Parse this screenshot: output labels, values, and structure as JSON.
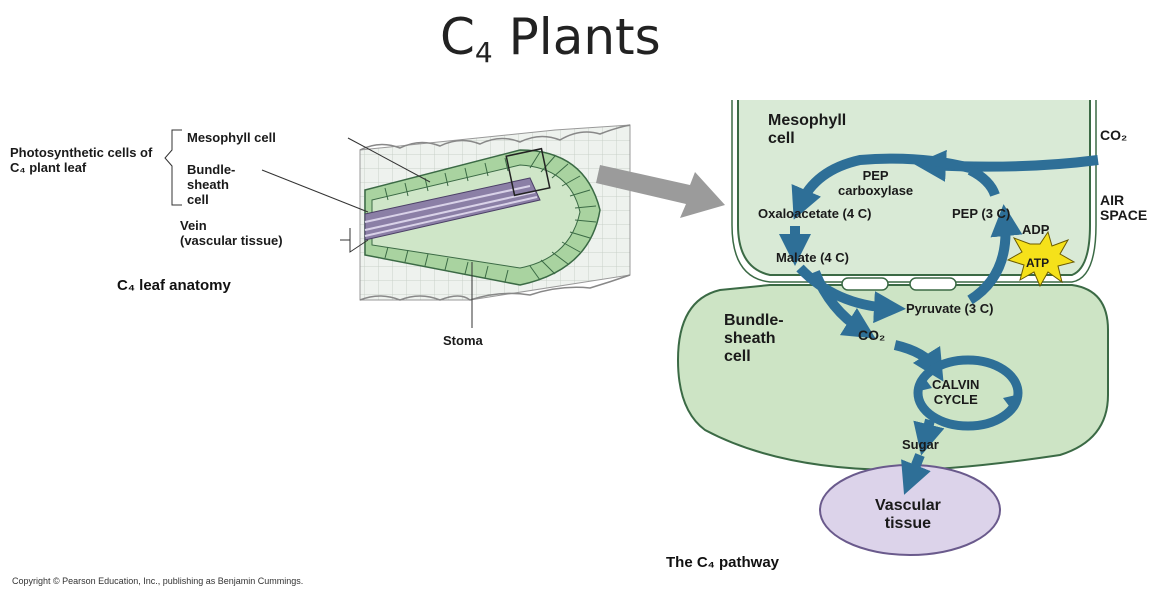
{
  "title": {
    "main": "C",
    "subscript": "4",
    "rest": "Plants"
  },
  "leaf_anatomy": {
    "group_label": "Photosynthetic cells of C₄ plant leaf",
    "mesophyll_label": "Mesophyll cell",
    "bundle_sheath_label": "Bundle-\nsheath\ncell",
    "vein_label": "Vein\n(vascular tissue)",
    "stoma_label": "Stoma",
    "caption": "C₄ leaf anatomy"
  },
  "pathway": {
    "mesophyll_label": "Mesophyll\ncell",
    "co2_in": "CO₂",
    "air_space": "AIR\nSPACE",
    "pep_carboxylase": "PEP\ncarboxylase",
    "oxaloacetate": "Oxaloacetate (4 C)",
    "pep": "PEP (3 C)",
    "adp": "ADP",
    "atp": "ATP",
    "malate": "Malate (4 C)",
    "pyruvate": "Pyruvate (3 C)",
    "bundle_sheath_label": "Bundle-\nsheath\ncell",
    "co2_bs": "CO₂",
    "calvin": "CALVIN\nCYCLE",
    "sugar": "Sugar",
    "vascular": "Vascular\ntissue",
    "caption": "The C₄ pathway"
  },
  "copyright": "Copyright © Pearson Education, Inc., publishing as Benjamin Cummings.",
  "colors": {
    "cell_fill": "#d9ead6",
    "cell_stroke": "#3b6a45",
    "arrow_blue": "#2e6f97",
    "vascular_fill": "#dcd3ea",
    "atp_yellow": "#f5e11a",
    "big_arrow_gray": "#9b9b9b"
  }
}
